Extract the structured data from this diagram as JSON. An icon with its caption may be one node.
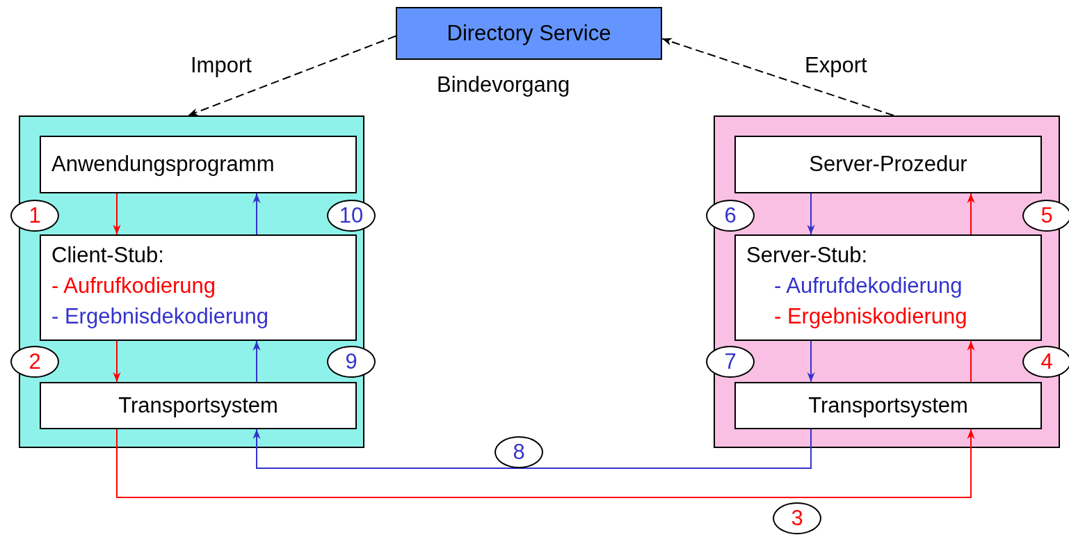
{
  "diagram": {
    "nodes": [
      {
        "text": [
          "Directory Service"
        ]
      },
      {
        "text": [],
        "shape": "box"
      },
      {
        "text": [
          "Anwendungsprogramm"
        ],
        "in": 1
      },
      {
        "text": [
          "Client-Stub:",
          "- Aufrufkodierung",
          "- Ergebnisdekodierung"
        ],
        "in": 1
      },
      {
        "text": [
          "Transportsystem"
        ],
        "in": 1
      },
      {
        "text": [],
        "shape": "box"
      },
      {
        "text": [
          "Server-Prozedur"
        ],
        "in": 5
      },
      {
        "text": [
          "Server-Stub:",
          "- Aufrufdekodierung",
          "- Ergebniskodierung"
        ],
        "in": 5
      },
      {
        "text": [
          "Transportsystem"
        ],
        "in": 5
      }
    ],
    "edges": [
      {
        "from": 0,
        "to": 1,
        "arrow": "to",
        "label": "Import",
        "style": "dashed",
        "color": "#000000"
      },
      {
        "from": 5,
        "to": 0,
        "arrow": "to",
        "label": "Export",
        "style": "dashed",
        "color": "#000000"
      },
      {
        "from": 2,
        "to": 3,
        "arrow": "to",
        "label": "1",
        "color": "#ff0000"
      },
      {
        "from": 3,
        "to": 2,
        "arrow": "to",
        "label": "10",
        "color": "#3333cc"
      },
      {
        "from": 3,
        "to": 4,
        "arrow": "to",
        "label": "2",
        "color": "#ff0000"
      },
      {
        "from": 4,
        "to": 3,
        "arrow": "to",
        "label": "9",
        "color": "#3333cc"
      },
      {
        "from": 6,
        "to": 7,
        "arrow": "to",
        "label": "6",
        "color": "#3333cc"
      },
      {
        "from": 7,
        "to": 6,
        "arrow": "to",
        "label": "5",
        "color": "#ff0000"
      },
      {
        "from": 7,
        "to": 8,
        "arrow": "to",
        "label": "7",
        "color": "#3333cc"
      },
      {
        "from": 8,
        "to": 7,
        "arrow": "to",
        "label": "4",
        "color": "#ff0000"
      },
      {
        "from": 4,
        "to": 8,
        "arrow": "to",
        "label": "3",
        "color": "#ff0000"
      },
      {
        "from": 8,
        "to": 4,
        "arrow": "to",
        "label": "8",
        "color": "#3333cc"
      }
    ],
    "labels": [
      "Bindevorgang"
    ]
  }
}
